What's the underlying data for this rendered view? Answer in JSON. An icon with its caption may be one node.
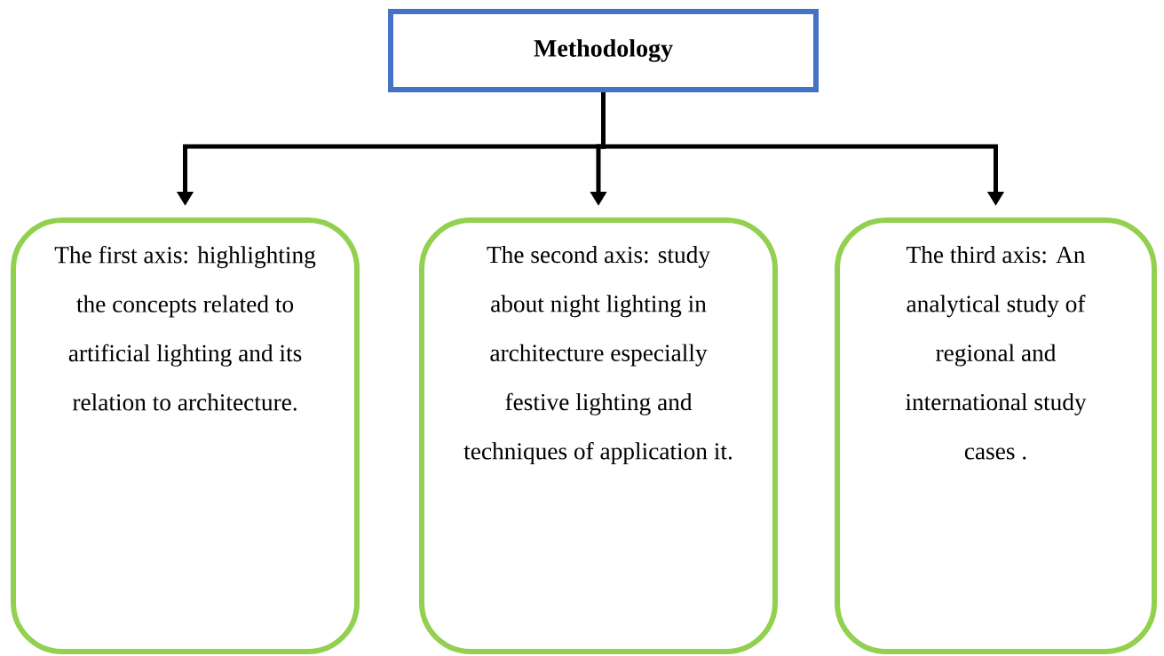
{
  "diagram": {
    "nodes": [
      {
        "text": [
          "Methodology"
        ]
      },
      {
        "text": [
          "The first axis: highlighting the concepts related to artificial lighting and its relation to architecture."
        ]
      },
      {
        "text": [
          "The second axis: study about night lighting in architecture especially festive lighting and techniques of application it."
        ]
      },
      {
        "text": [
          "The third axis: An analytical study of regional and international study cases ."
        ]
      }
    ],
    "edges": [
      {
        "from": 0,
        "to": 1,
        "arrow": "to"
      },
      {
        "from": 0,
        "to": 2,
        "arrow": "to"
      },
      {
        "from": 0,
        "to": 3,
        "arrow": "to"
      }
    ]
  }
}
